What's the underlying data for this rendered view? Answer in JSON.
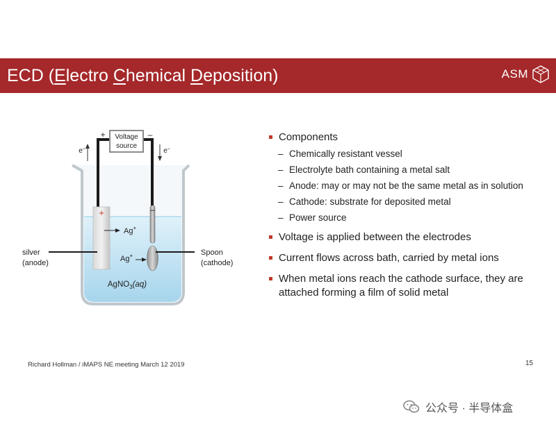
{
  "header": {
    "title_parts": [
      {
        "text": "ECD (",
        "u": false
      },
      {
        "text": "E",
        "u": true
      },
      {
        "text": "lectro  ",
        "u": false
      },
      {
        "text": "C",
        "u": true
      },
      {
        "text": "hemical ",
        "u": false
      },
      {
        "text": "D",
        "u": true
      },
      {
        "text": "eposition)",
        "u": false
      }
    ],
    "logo_text": "ASM",
    "bar_color": "#a5282a"
  },
  "diagram": {
    "plus": "+",
    "minus": "–",
    "voltage_line1": "Voltage",
    "voltage_line2": "source",
    "e_left": "e",
    "e_right": "e",
    "e_sup": "–",
    "anode_sign": "+",
    "cathode_sign": "–",
    "ag_top": "Ag",
    "ag_mid": "Ag",
    "ag_sup": "+",
    "solution_main": "AgNO",
    "solution_sub": "3",
    "solution_state": "(aq)",
    "silver_line1": "silver",
    "silver_line2": "(anode)",
    "spoon_line1": "Spoon",
    "spoon_line2": "(cathode)"
  },
  "bullets": [
    {
      "text": "Components",
      "subs": [
        "Chemically resistant vessel",
        "Electrolyte bath containing a metal salt",
        "Anode: may or may not be the same metal as in solution",
        "Cathode: substrate for deposited metal",
        "Power source"
      ]
    },
    {
      "text": "Voltage is applied between the electrodes",
      "subs": []
    },
    {
      "text": "Current flows across bath, carried by metal ions",
      "subs": []
    },
    {
      "text": "When metal ions reach the cathode surface, they are attached forming a film of solid metal",
      "subs": []
    }
  ],
  "footer": {
    "left": "Richard Hollman / iMAPS NE meeting March 12 2019",
    "page": "15"
  },
  "watermark": {
    "text": "公众号 · 半导体盒"
  }
}
